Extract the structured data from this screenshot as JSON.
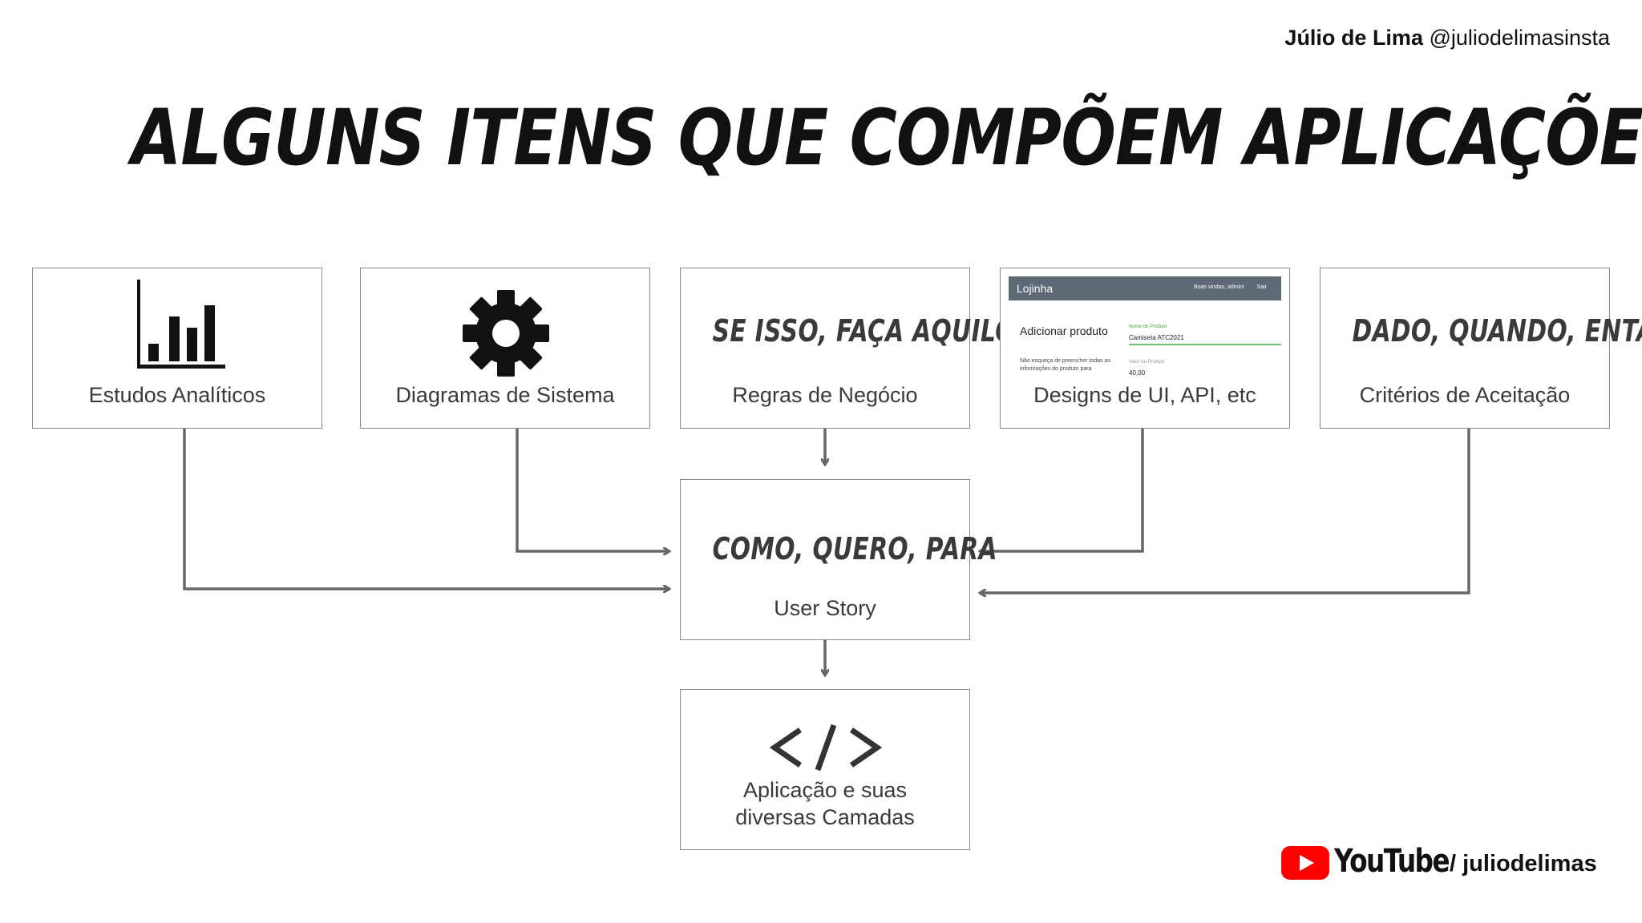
{
  "header": {
    "author_name": "Júlio de Lima",
    "author_handle": "@juliodelimasinsta"
  },
  "title": "ALGUNS ITENS QUE COMPÕEM APLICAÇÕES",
  "sources": [
    {
      "label": "Estudos Analíticos",
      "icon": "bar-chart-icon"
    },
    {
      "label": "Diagramas de Sistema",
      "icon": "gear-icon"
    },
    {
      "heading": "SE ISSO, FAÇA AQUILO",
      "label": "Regras de Negócio"
    },
    {
      "label": "Designs de UI, API, etc",
      "icon": "ui-mockup"
    },
    {
      "heading": "DADO, QUANDO, ENTÃO",
      "label": "Critérios de Aceitação"
    }
  ],
  "mockup": {
    "brand": "Lojinha",
    "welcome": "Boas vindas, admin!",
    "exit": "Sair",
    "heading": "Adicionar produto",
    "hint": "Não esqueça de preencher todas as informações do produto para",
    "field1_label": "Nome do Produto",
    "field1_value": "Camiseta ATC2021",
    "field2_label": "Valor do Produto",
    "field2_value": "40,00"
  },
  "user_story": {
    "heading": "COMO, QUERO, PARA",
    "label": "User Story"
  },
  "application": {
    "icon": "code-icon",
    "label_line1": "Aplicação e suas",
    "label_line2": "diversas Camadas"
  },
  "footer": {
    "youtube_word": "YouTube",
    "channel": "/ juliodelimas"
  },
  "colors": {
    "box_border": "#8a8a8a",
    "arrow": "#666666",
    "text": "#3a3a3a",
    "youtube_red": "#ff0000",
    "mock_bar": "#5d6a76"
  }
}
